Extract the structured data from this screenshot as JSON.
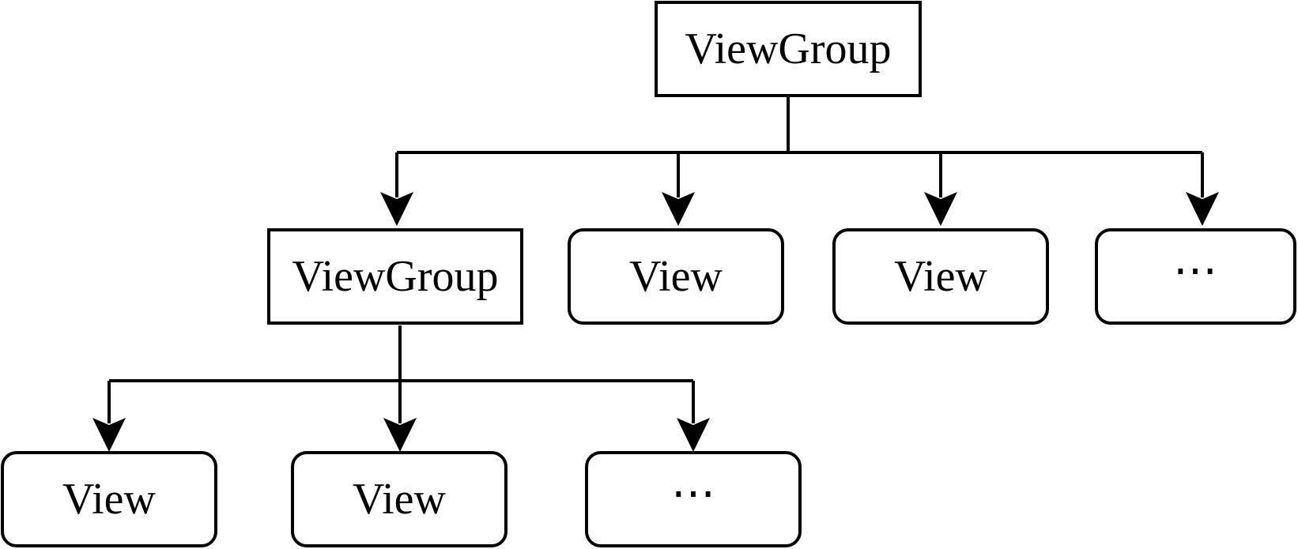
{
  "diagram": {
    "root": {
      "label": "ViewGroup",
      "shape": "rect"
    },
    "level1": [
      {
        "label": "ViewGroup",
        "shape": "rect"
      },
      {
        "label": "View",
        "shape": "rounded"
      },
      {
        "label": "View",
        "shape": "rounded"
      },
      {
        "label": "⋯",
        "shape": "rounded"
      }
    ],
    "level2": [
      {
        "label": "View",
        "shape": "rounded"
      },
      {
        "label": "View",
        "shape": "rounded"
      },
      {
        "label": "⋯",
        "shape": "rounded"
      }
    ],
    "edges": [
      {
        "from": "root",
        "to": "level1.0"
      },
      {
        "from": "root",
        "to": "level1.1"
      },
      {
        "from": "root",
        "to": "level1.2"
      },
      {
        "from": "root",
        "to": "level1.3"
      },
      {
        "from": "level1.0",
        "to": "level2.0"
      },
      {
        "from": "level1.0",
        "to": "level2.1"
      },
      {
        "from": "level1.0",
        "to": "level2.2"
      }
    ],
    "colors": {
      "stroke": "#000000",
      "background": "#ffffff"
    }
  }
}
